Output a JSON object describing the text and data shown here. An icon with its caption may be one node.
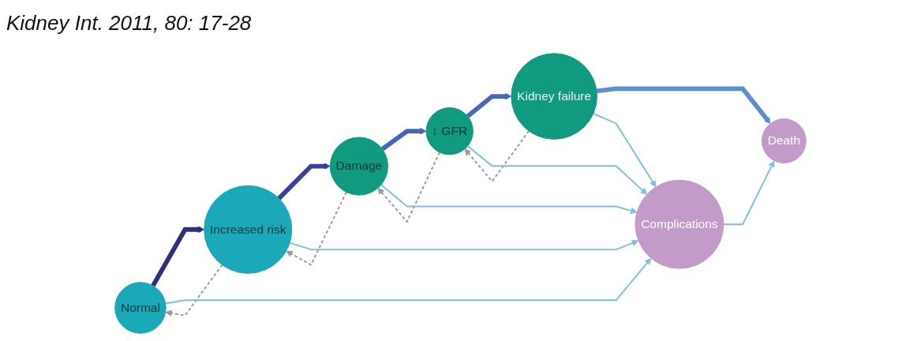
{
  "diagram": {
    "nodes": [
      {
        "text": [
          "Complications"
        ]
      },
      {
        "text": [
          "Normal"
        ]
      },
      {
        "text": [
          "Increased risk"
        ]
      },
      {
        "text": [
          "Damage"
        ]
      },
      {
        "text": [
          "↓ GFR"
        ]
      },
      {
        "text": [
          "Kidney failure"
        ]
      },
      {
        "text": [
          "Death"
        ]
      }
    ],
    "edges": [
      {
        "from": 1,
        "to": 2,
        "arrow": "to",
        "style": "thick",
        "color": "#2e2f80"
      },
      {
        "from": 2,
        "to": 1,
        "arrow": "to",
        "style": "dashed",
        "color": "#9a9a9a"
      },
      {
        "from": 2,
        "to": 3,
        "arrow": "to",
        "style": "thick",
        "color": "#3a3fa0"
      },
      {
        "from": 3,
        "to": 2,
        "arrow": "to",
        "style": "dashed",
        "color": "#9a9a9a"
      },
      {
        "from": 3,
        "to": 4,
        "arrow": "to",
        "style": "thick",
        "color": "#4a66b8"
      },
      {
        "from": 4,
        "to": 3,
        "arrow": "to",
        "style": "dashed",
        "color": "#9a9a9a"
      },
      {
        "from": 4,
        "to": 5,
        "arrow": "to",
        "style": "thick",
        "color": "#4a66b8"
      },
      {
        "from": 5,
        "to": 4,
        "arrow": "to",
        "style": "dashed",
        "color": "#9a9a9a"
      },
      {
        "from": 5,
        "to": 6,
        "arrow": "to",
        "style": "thick",
        "color": "#5b8fd0"
      },
      {
        "from": 1,
        "to": 0,
        "arrow": "to"
      },
      {
        "from": 2,
        "to": 0,
        "arrow": "to"
      },
      {
        "from": 3,
        "to": 0,
        "arrow": "to"
      },
      {
        "from": 4,
        "to": 0,
        "arrow": "to"
      },
      {
        "from": 5,
        "to": 0,
        "arrow": "to"
      },
      {
        "from": 0,
        "to": 6,
        "arrow": "to"
      }
    ],
    "labels": [
      "Kidney Int. 2011, 80: 17-28"
    ]
  }
}
